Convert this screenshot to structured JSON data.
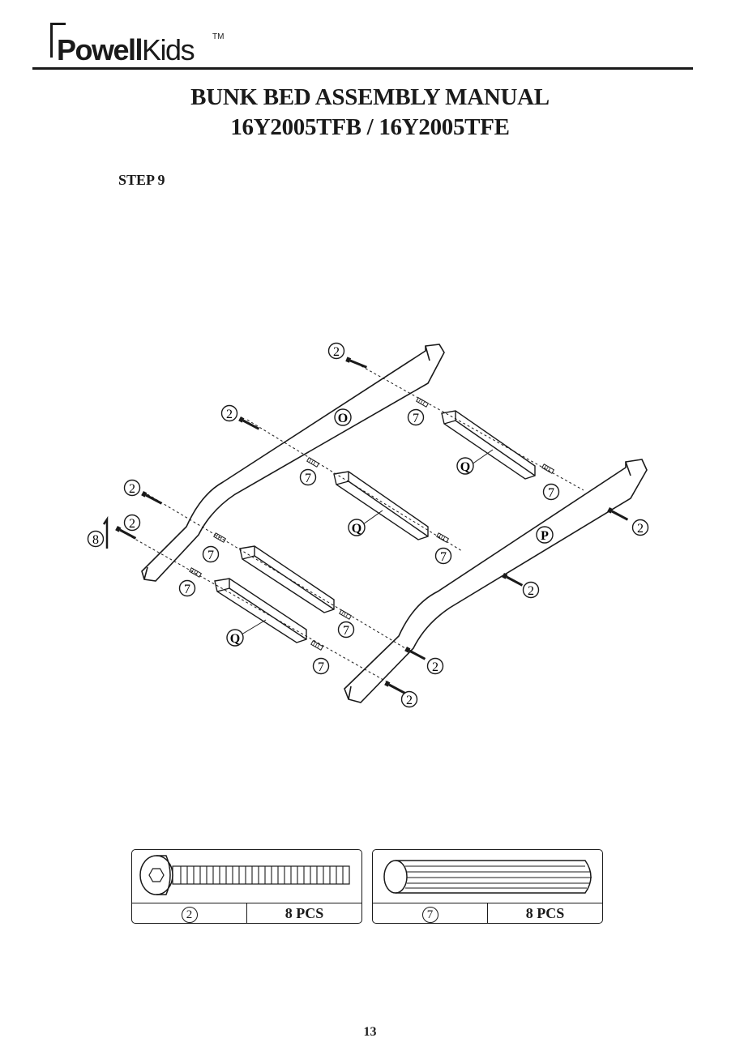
{
  "header": {
    "logo_brand": "Powell",
    "logo_sub": "Kids",
    "logo_tm": "TM",
    "title_line1": "BUNK BED ASSEMBLY MANUAL",
    "title_line2": "16Y2005TFB / 16Y2005TFE"
  },
  "step": {
    "label": "STEP 9"
  },
  "diagram": {
    "callouts": {
      "bolt": "2",
      "dowel": "7",
      "hex_key": "8",
      "rail_o": "O",
      "rail_p": "P",
      "slat_q": "Q"
    }
  },
  "hardware": [
    {
      "part": "2",
      "qty": "8 PCS",
      "icon": "bolt-icon"
    },
    {
      "part": "7",
      "qty": "8 PCS",
      "icon": "dowel-icon"
    }
  ],
  "footer": {
    "page_number": "13"
  }
}
